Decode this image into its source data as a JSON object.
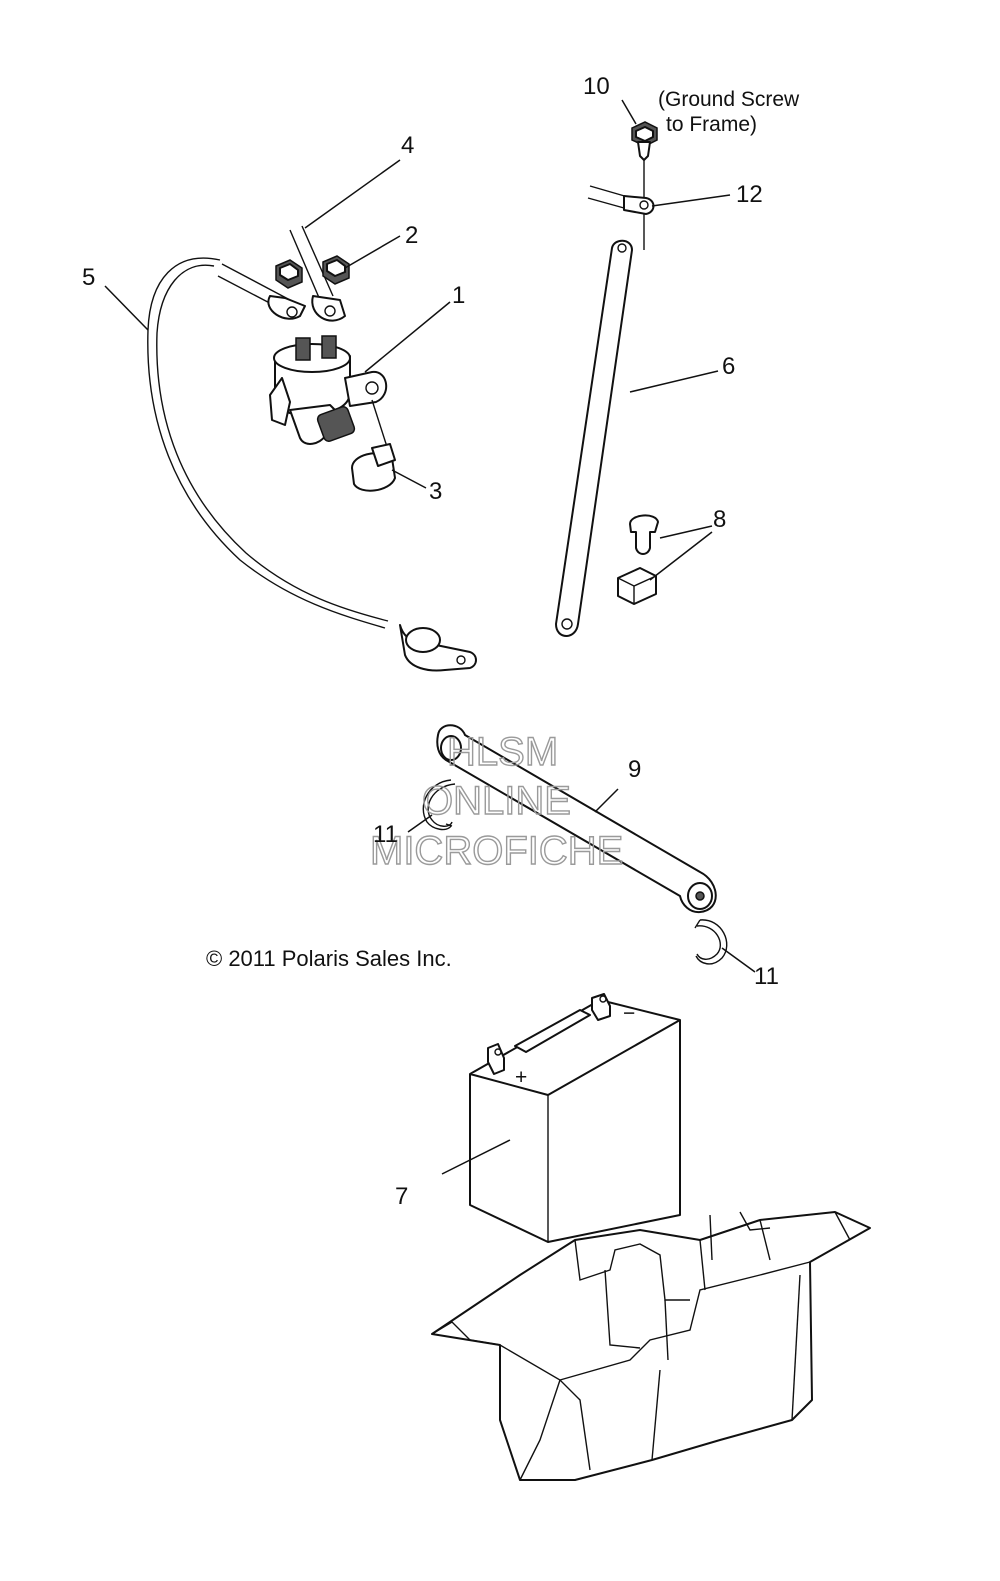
{
  "callouts": {
    "p1": "1",
    "p2": "2",
    "p3": "3",
    "p4": "4",
    "p5": "5",
    "p6": "6",
    "p7": "7",
    "p8": "8",
    "p9": "9",
    "p10": "10",
    "p11a": "11",
    "p11b": "11",
    "p12": "12"
  },
  "notes": {
    "ground_line1": "(Ground Screw",
    "ground_line2": "to Frame)",
    "battery_plus": "+",
    "battery_minus": "−"
  },
  "watermark": {
    "line1": "HLSM",
    "line2": "ONLINE",
    "line3": "MICROFICHE"
  },
  "copyright": "© 2011 Polaris Sales Inc."
}
